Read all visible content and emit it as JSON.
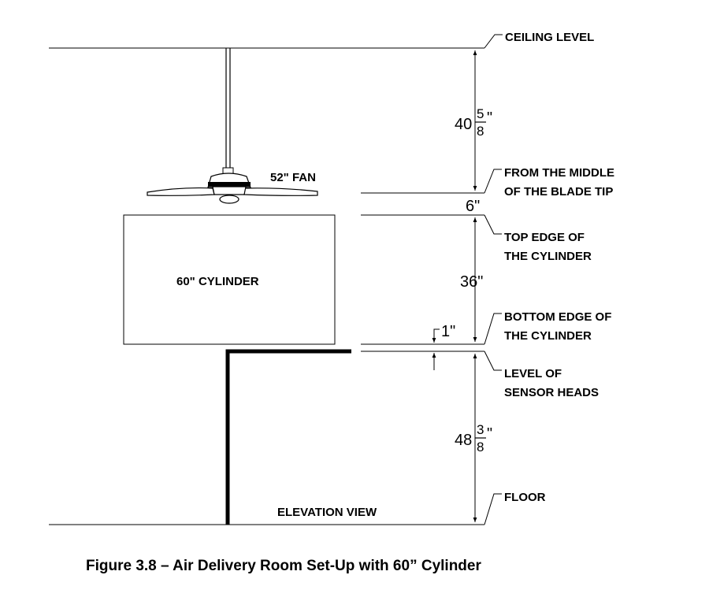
{
  "labels": {
    "ceiling": "CEILING LEVEL",
    "blade_tip_1": "FROM THE MIDDLE",
    "blade_tip_2": "OF THE BLADE TIP",
    "top_edge_1": "TOP EDGE OF",
    "top_edge_2": "THE CYLINDER",
    "bottom_edge_1": "BOTTOM EDGE OF",
    "bottom_edge_2": "THE CYLINDER",
    "sensor_1": "LEVEL OF",
    "sensor_2": "SENSOR HEADS",
    "floor": "FLOOR",
    "fan": "52\" FAN",
    "cylinder": "60\" CYLINDER",
    "view": "ELEVATION VIEW"
  },
  "dimensions": {
    "ceiling_to_blade": {
      "whole": "40",
      "num": "5",
      "den": "8",
      "unit": "\""
    },
    "blade_to_top": "6\"",
    "top_to_bottom": "36\"",
    "bottom_to_sensor": "1\"",
    "sensor_to_floor": {
      "whole": "48",
      "num": "3",
      "den": "8",
      "unit": "\""
    }
  },
  "caption": "Figure 3.8 – Air Delivery Room Set-Up with 60” Cylinder"
}
